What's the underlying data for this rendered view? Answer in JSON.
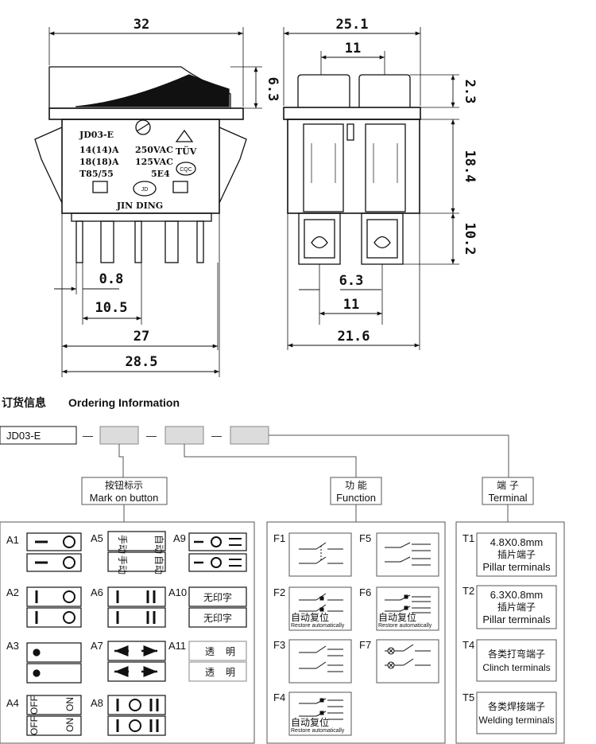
{
  "front_view": {
    "dim_top": "32",
    "dim_rocker": "6.3",
    "dim_pin_width": "0.8",
    "dim_pin_gap": "10.5",
    "dim_pin_span": "27",
    "dim_total": "28.5",
    "stamp": {
      "model": "JD03-E",
      "rating1": "14(14)A",
      "rating2": "18(18)A",
      "rating3": "T85/55",
      "volt1": "250VAC",
      "volt2": "125VAC",
      "cert_code": "5E4",
      "tuv": "TÜV",
      "cqc": "CQC",
      "logo": "JD",
      "brand": "JIN DING"
    }
  },
  "side_view": {
    "dim_width": "25.1",
    "dim_inner": "11",
    "dim_cap": "2.3",
    "dim_body": "18.4",
    "dim_terminal": "10.2",
    "dim_term_width": "6.3",
    "dim_term_pitch": "11",
    "dim_base": "21.6"
  },
  "ordering": {
    "title_cn": "订货信息",
    "title_en": "Ordering Information",
    "model": "JD03-E",
    "dash": "—"
  },
  "groups": {
    "mark": {
      "cn": "按钮标示",
      "en": "Mark on button"
    },
    "function": {
      "cn": "功 能",
      "en": "Function"
    },
    "terminal": {
      "cn": "端 子",
      "en": "Terminal"
    }
  },
  "marks": {
    "A1": "A1",
    "A2": "A2",
    "A3": "A3",
    "A4": "A4",
    "A5": "A5",
    "A6": "A6",
    "A7": "A7",
    "A8": "A8",
    "A9": "A9",
    "A10": "A10",
    "A11": "A11",
    "a4_off": "OFF",
    "a4_on": "ON",
    "a5_text": "手动",
    "a5_text2": "自动",
    "a10_text": "无印字",
    "a11_text1": "透",
    "a11_text2": "明"
  },
  "functions": {
    "F1": "F1",
    "F2": "F2",
    "F3": "F3",
    "F4": "F4",
    "F5": "F5",
    "F6": "F6",
    "F7": "F7",
    "restore_cn": "自动复位",
    "restore_en": "Restore automatically"
  },
  "terminals": {
    "T1": {
      "code": "T1",
      "size": "4.8X0.8mm",
      "cn": "插片端子",
      "en": "Pillar terminals"
    },
    "T2": {
      "code": "T2",
      "size": "6.3X0.8mm",
      "cn": "插片端子",
      "en": "Pillar terminals"
    },
    "T4": {
      "code": "T4",
      "cn": "各类打弯端子",
      "en": "Clinch terminals"
    },
    "T5": {
      "code": "T5",
      "cn": "各类焊接端子",
      "en": "Welding terminals"
    }
  }
}
